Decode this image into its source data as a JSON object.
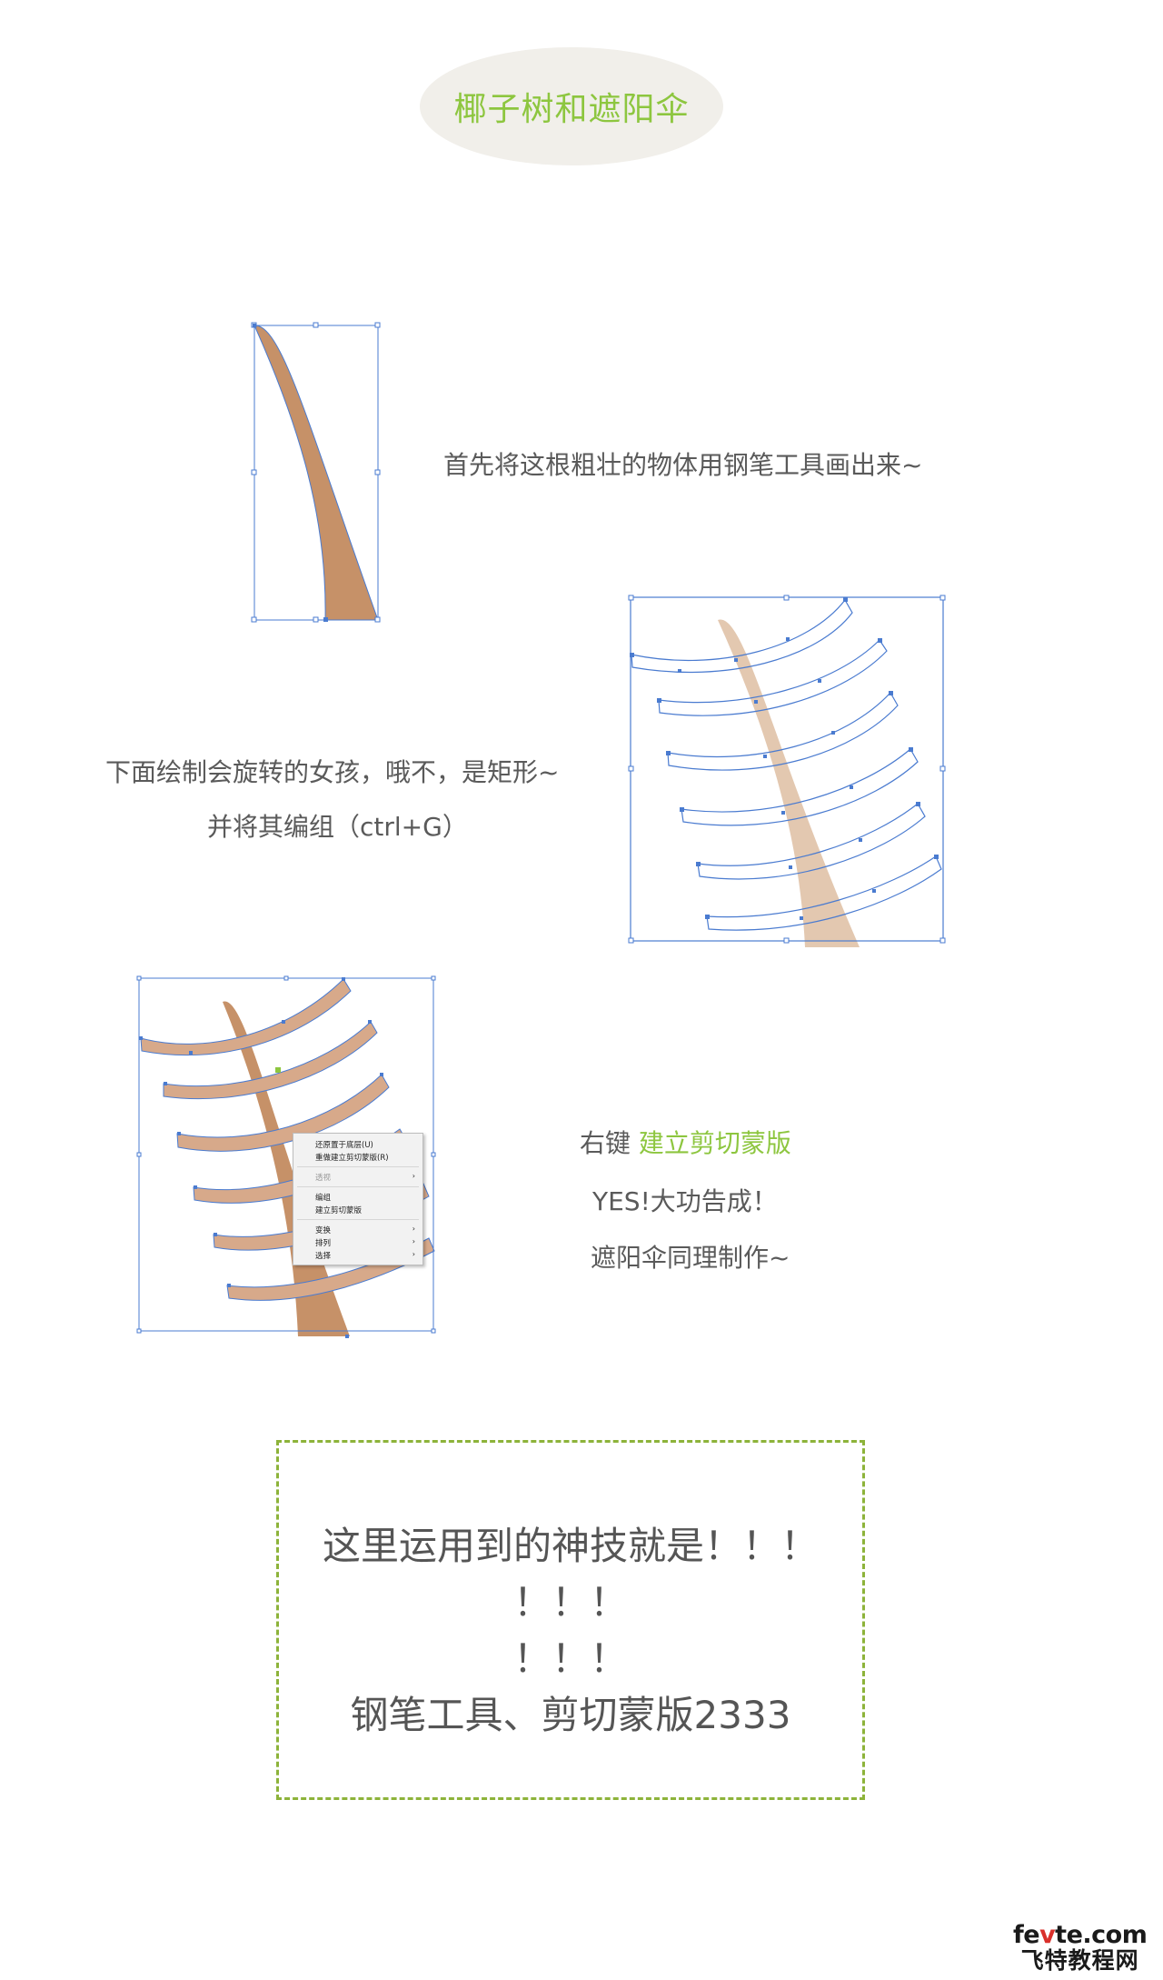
{
  "title": "椰子树和遮阳伞",
  "step1": {
    "caption": "首先将这根粗壮的物体用钢笔工具画出来~"
  },
  "step2": {
    "caption_line1": "下面绘制会旋转的女孩，哦不，是矩形~",
    "caption_line2": "并将其编组（ctrl+G）"
  },
  "step3": {
    "caption_prefix": "右键 ",
    "caption_highlight": "建立剪切蒙版",
    "caption_line2": "YES!大功告成！",
    "caption_line3": "遮阳伞同理制作~"
  },
  "context_menu": {
    "items": [
      {
        "label": "还原置于底层(U)"
      },
      {
        "label": "重做建立剪切蒙版(R)"
      },
      {
        "label": "透视",
        "disabled": true,
        "submenu": true
      },
      {
        "label": "编组"
      },
      {
        "label": "建立剪切蒙版"
      },
      {
        "label": "变换",
        "submenu": true
      },
      {
        "label": "排列",
        "submenu": true
      },
      {
        "label": "选择",
        "submenu": true
      }
    ],
    "arrow": "›"
  },
  "summary_box": {
    "line1": "这里运用到的神技就是！！！",
    "line2": "！！！",
    "line3": "！！！",
    "line4": "钢笔工具、剪切蒙版2333"
  },
  "watermark": {
    "top_a": "fe",
    "top_v": "v",
    "top_b": "te.com",
    "bottom": "飞特教程网"
  },
  "colors": {
    "accent_green": "#8dc63f",
    "trunk": "#c69168",
    "trunk_light": "#e3c8b0",
    "selection_blue": "#4a7bd0",
    "oval_bg": "#f1efea"
  }
}
